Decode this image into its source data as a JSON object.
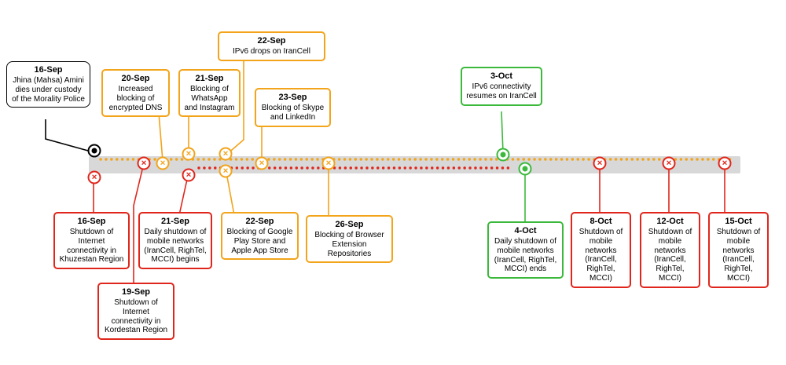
{
  "figure": {
    "description": "Timeline of internet censorship events in Iran, Sep-Oct",
    "period_start": "16-Sep",
    "period_end": "15-Oct"
  },
  "colors": {
    "red": "#E0261C",
    "yellow": "#F2A41B",
    "green": "#3CB93C",
    "black": "#000000",
    "timeline_bar": "#D8D8D8"
  },
  "icons": {
    "blocked": "✕"
  },
  "events": [
    {
      "date": "16-Sep",
      "text": "Jhina (Mahsa) Amini dies under custody of the Morality Police",
      "severity": "black",
      "side": "above"
    },
    {
      "date": "20-Sep",
      "text": "Increased blocking of encrypted DNS",
      "severity": "yellow",
      "side": "above"
    },
    {
      "date": "21-Sep",
      "text": "Blocking of WhatsApp and Instagram",
      "severity": "yellow",
      "side": "above"
    },
    {
      "date": "22-Sep",
      "text": "IPv6 drops on IranCell",
      "severity": "yellow",
      "side": "above"
    },
    {
      "date": "23-Sep",
      "text": "Blocking of Skype and LinkedIn",
      "severity": "yellow",
      "side": "above"
    },
    {
      "date": "3-Oct",
      "text": "IPv6 connectivity resumes on IranCell",
      "severity": "green",
      "side": "above"
    },
    {
      "date": "16-Sep",
      "text": "Shutdown of Internet connectivity in Khuzestan Region",
      "severity": "red",
      "side": "below"
    },
    {
      "date": "19-Sep",
      "text": "Shutdown of Internet connectivity in Kordestan Region",
      "severity": "red",
      "side": "below"
    },
    {
      "date": "21-Sep",
      "text": "Daily shutdown of mobile networks (IranCell, RighTel, MCCI) begins",
      "severity": "red",
      "side": "below"
    },
    {
      "date": "22-Sep",
      "text": "Blocking of Google Play Store and Apple App Store",
      "severity": "yellow",
      "side": "below"
    },
    {
      "date": "26-Sep",
      "text": "Blocking of Browser Extension Repositories",
      "severity": "yellow",
      "side": "below"
    },
    {
      "date": "4-Oct",
      "text": "Daily shutdown of mobile networks (IranCell, RighTel, MCCI) ends",
      "severity": "green",
      "side": "below"
    },
    {
      "date": "8-Oct",
      "text": "Shutdown of mobile networks (IranCell, RighTel, MCCI)",
      "severity": "red",
      "side": "below"
    },
    {
      "date": "12-Oct",
      "text": "Shutdown of mobile networks (IranCell, RighTel, MCCI)",
      "severity": "red",
      "side": "below"
    },
    {
      "date": "15-Oct",
      "text": "Shutdown of mobile networks (IranCell, RighTel, MCCI)",
      "severity": "red",
      "side": "below"
    }
  ]
}
